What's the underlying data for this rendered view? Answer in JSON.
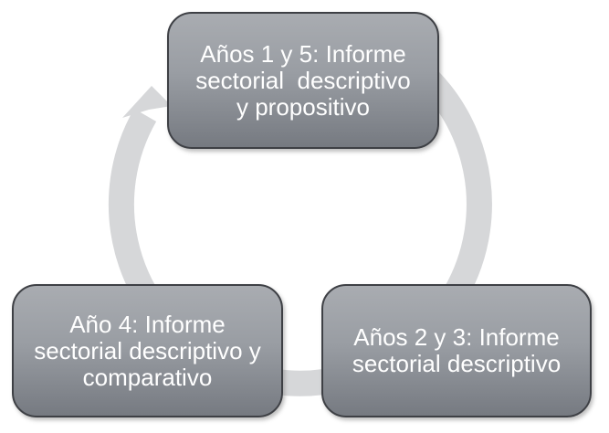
{
  "diagram": {
    "type": "cycle",
    "direction": "clockwise",
    "colors": {
      "background": "#ffffff",
      "ring": "#d6d7d9",
      "node_gradient_top": "#a9acb1",
      "node_gradient_bottom": "#767a81",
      "node_border": "#3e4045",
      "node_text": "#ffffff"
    },
    "nodes": [
      {
        "id": "years-1-and-5",
        "position": "top",
        "label": "Años 1 y 5: Informe sectorial  descriptivo y propositivo",
        "lines": [
          "Años 1 y 5: Informe",
          "sectorial  descriptivo",
          "y propositivo"
        ]
      },
      {
        "id": "years-2-and-3",
        "position": "bottom-right",
        "label": "Años 2 y 3: Informe sectorial descriptivo",
        "lines": [
          "Años 2 y 3: Informe",
          "sectorial descriptivo"
        ]
      },
      {
        "id": "year-4",
        "position": "bottom-left",
        "label": "Año 4: Informe sectorial descriptivo y comparativo",
        "lines": [
          "Año 4: Informe",
          "sectorial descriptivo y",
          "comparativo"
        ]
      }
    ]
  }
}
